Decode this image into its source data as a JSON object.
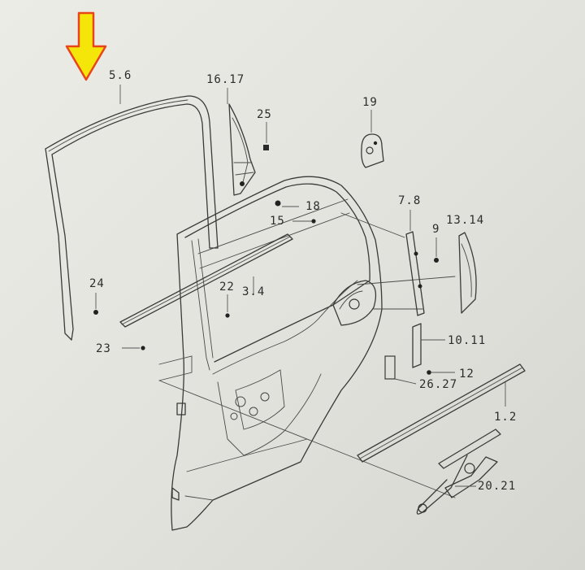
{
  "diagram": {
    "callouts": [
      {
        "id": "c-5-6",
        "text": "5.6"
      },
      {
        "id": "c-16-17",
        "text": "16.17"
      },
      {
        "id": "c-25",
        "text": "25"
      },
      {
        "id": "c-19",
        "text": "19"
      },
      {
        "id": "c-18",
        "text": "18"
      },
      {
        "id": "c-15",
        "text": "15"
      },
      {
        "id": "c-7-8",
        "text": "7.8"
      },
      {
        "id": "c-9",
        "text": "9"
      },
      {
        "id": "c-13-14",
        "text": "13.14"
      },
      {
        "id": "c-24",
        "text": "24"
      },
      {
        "id": "c-22",
        "text": "22"
      },
      {
        "id": "c-3-4",
        "text": "3.4"
      },
      {
        "id": "c-23",
        "text": "23"
      },
      {
        "id": "c-10-11",
        "text": "10.11"
      },
      {
        "id": "c-12",
        "text": "12"
      },
      {
        "id": "c-26-27",
        "text": "26.27"
      },
      {
        "id": "c-1-2",
        "text": "1.2"
      },
      {
        "id": "c-20-21",
        "text": "20.21"
      }
    ],
    "arrow": {
      "color": "#f5e60a",
      "outline": "#e8451a",
      "icon": "down-arrow-icon"
    }
  }
}
